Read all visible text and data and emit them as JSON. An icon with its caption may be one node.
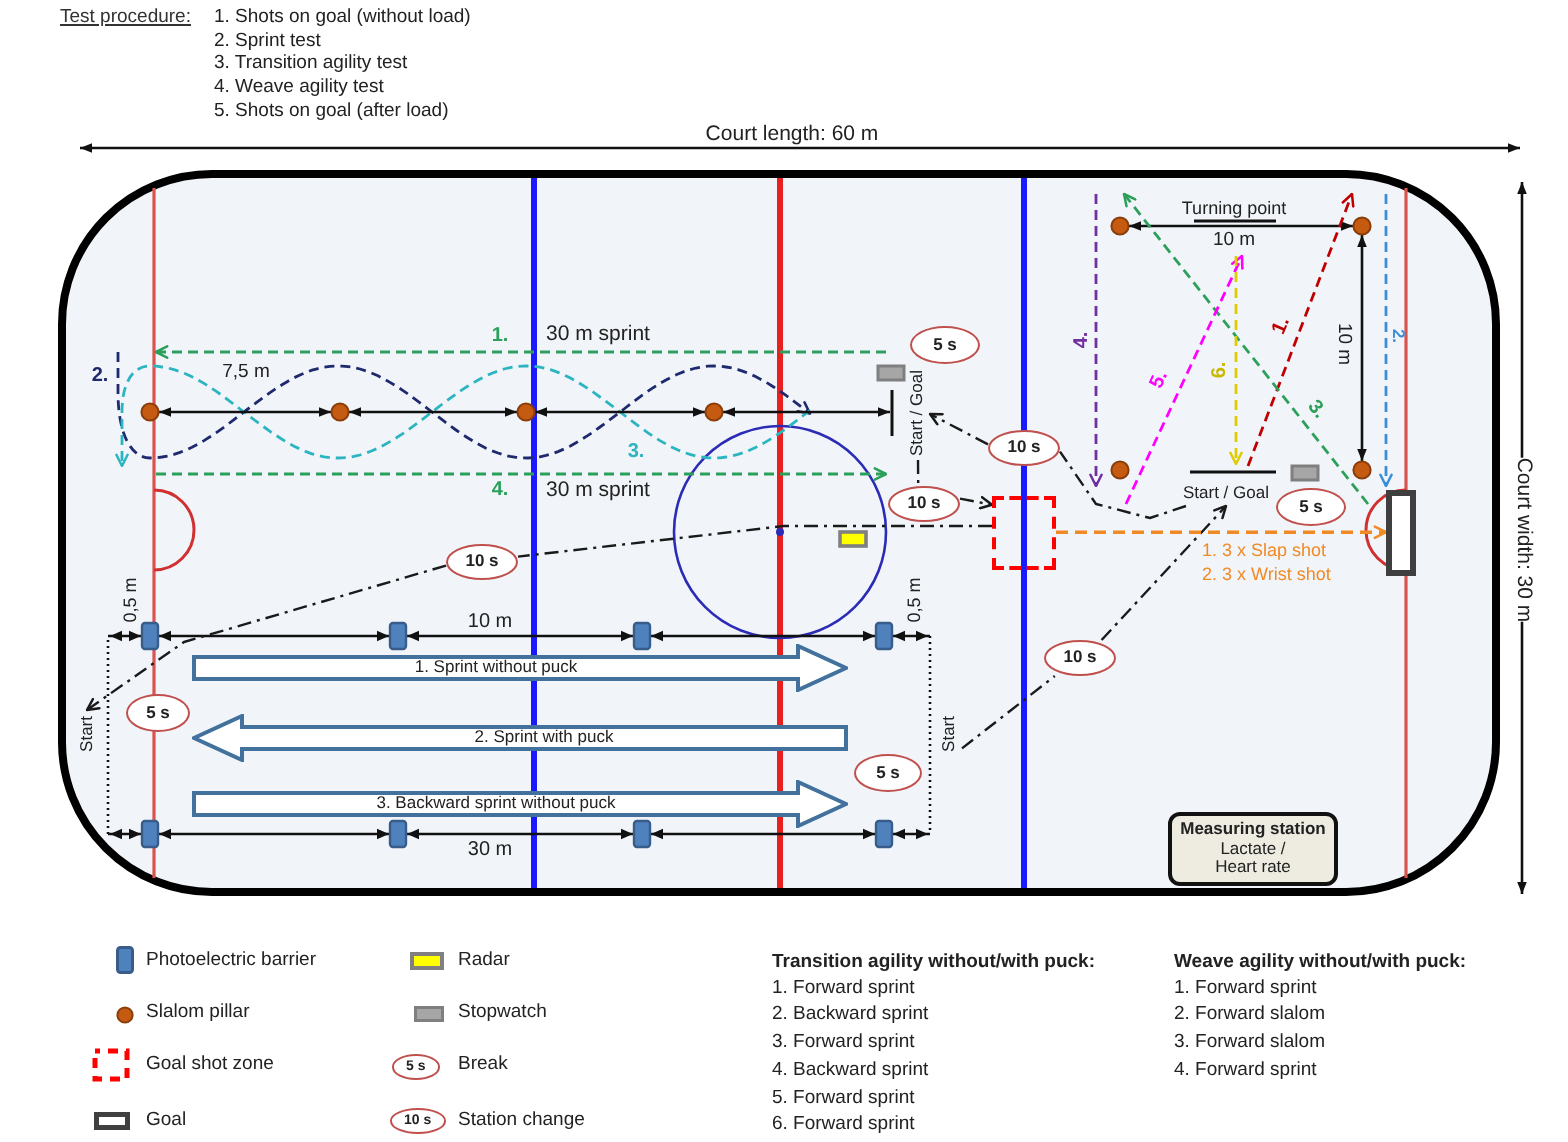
{
  "diagram": {
    "nodes": [
      {
        "text": [
          "5 s"
        ]
      },
      {
        "text": [
          "Start / Goal"
        ]
      },
      {
        "text": [
          "10 s"
        ]
      },
      {
        "text": [
          "10 s"
        ]
      },
      {
        "text": [
          "Start / Goal"
        ]
      },
      {
        "text": [
          "5 s"
        ]
      },
      {
        "text": [],
        "shape": "box"
      },
      {
        "text": [],
        "shape": "box"
      },
      {
        "text": [
          "10 s"
        ]
      },
      {
        "text": [
          "Start"
        ]
      },
      {
        "text": [
          "1. Sprint without puck"
        ]
      },
      {
        "text": [
          "10 s"
        ]
      },
      {
        "text": [
          "5 s"
        ]
      },
      {
        "text": [
          "2. Sprint with puck"
        ]
      },
      {
        "text": [
          "5 s"
        ]
      },
      {
        "text": [
          "Start"
        ]
      },
      {
        "text": [
          "3. Backward sprint without puck"
        ]
      },
      {
        "text": [
          "Measuring station",
          "Lactate / Heart rate"
        ]
      }
    ],
    "edges": [
      {
        "from": 6,
        "to": 8,
        "arrow": "none"
      },
      {
        "from": 8,
        "to": 9,
        "arrow": "to"
      },
      {
        "from": 15,
        "to": 11,
        "arrow": "none"
      },
      {
        "from": 11,
        "to": 4,
        "arrow": "to"
      },
      {
        "from": 4,
        "to": 2,
        "arrow": "none"
      },
      {
        "from": 2,
        "to": 1,
        "arrow": "to"
      },
      {
        "from": 1,
        "to": 3,
        "arrow": "none"
      },
      {
        "from": 3,
        "to": 6,
        "arrow": "to"
      },
      {
        "from": 6,
        "to": 7,
        "arrow": "to",
        "style": "dashed",
        "color": "#f08a24"
      }
    ],
    "labels": [
      "Test procedure:",
      "1. Shots on goal (without load)",
      "2. Sprint test",
      "3. Transition agility test",
      "4. Weave agility test",
      "5. Shots on goal (after load)",
      "Court length: 60 m",
      "1.",
      "30 m sprint",
      "2.",
      "7,5 m",
      "3.",
      "4.",
      "30 m sprint",
      "Turning point",
      "10 m",
      "4.",
      "5.",
      "6.",
      "1.",
      "10 m",
      "2.",
      "3.",
      "Court width: 30 m",
      "1. 3 x Slap shot",
      "2. 3 x Wrist shot",
      "0,5 m",
      "10 m",
      "0,5 m",
      "30 m",
      "5 s",
      "10 s",
      "Transition agility without/with puck:",
      "1. Forward sprint",
      "2. Backward sprint",
      "3. Forward sprint",
      "4. Backward sprint",
      "5. Forward sprint",
      "6. Forward sprint",
      "Weave agility without/with puck:",
      "1. Forward sprint",
      "2. Forward slalom",
      "3. Forward slalom",
      "4. Forward sprint"
    ],
    "legend": [
      {
        "text": "Photoelectric barrier",
        "color": "#4f81bd"
      },
      {
        "text": "Radar",
        "color": "#ffff00"
      },
      {
        "text": "Slalom pillar",
        "color": "#c55a11"
      },
      {
        "text": "Stopwatch",
        "color": "#a6a6a6"
      },
      {
        "text": "Goal shot zone"
      },
      {
        "text": "Break"
      },
      {
        "text": "Goal"
      },
      {
        "text": "Station change"
      }
    ]
  }
}
